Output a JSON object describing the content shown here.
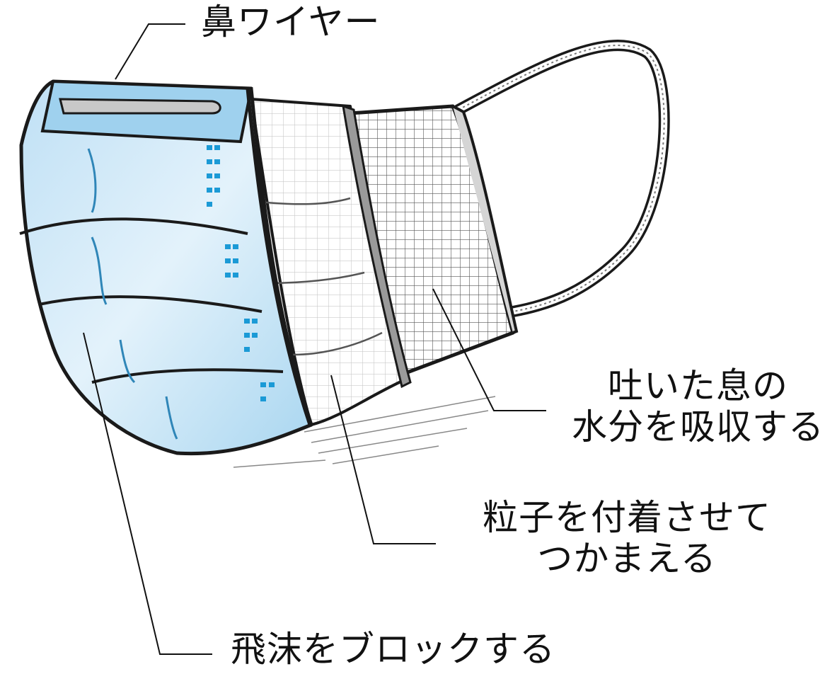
{
  "labels": {
    "nose_wire": "鼻ワイヤー",
    "inner_layer": [
      "吐いた息の",
      "水分を吸収する"
    ],
    "middle_layer": [
      "粒子を付着させて",
      "つかまえる"
    ],
    "outer_layer": "飛沫をブロックする"
  },
  "colors": {
    "outer_layer_fill": "#cfe6f6",
    "outer_layer_edge": "#3aa7d9",
    "ink": "#1a1a1a",
    "mesh": "#6f6f6f"
  }
}
